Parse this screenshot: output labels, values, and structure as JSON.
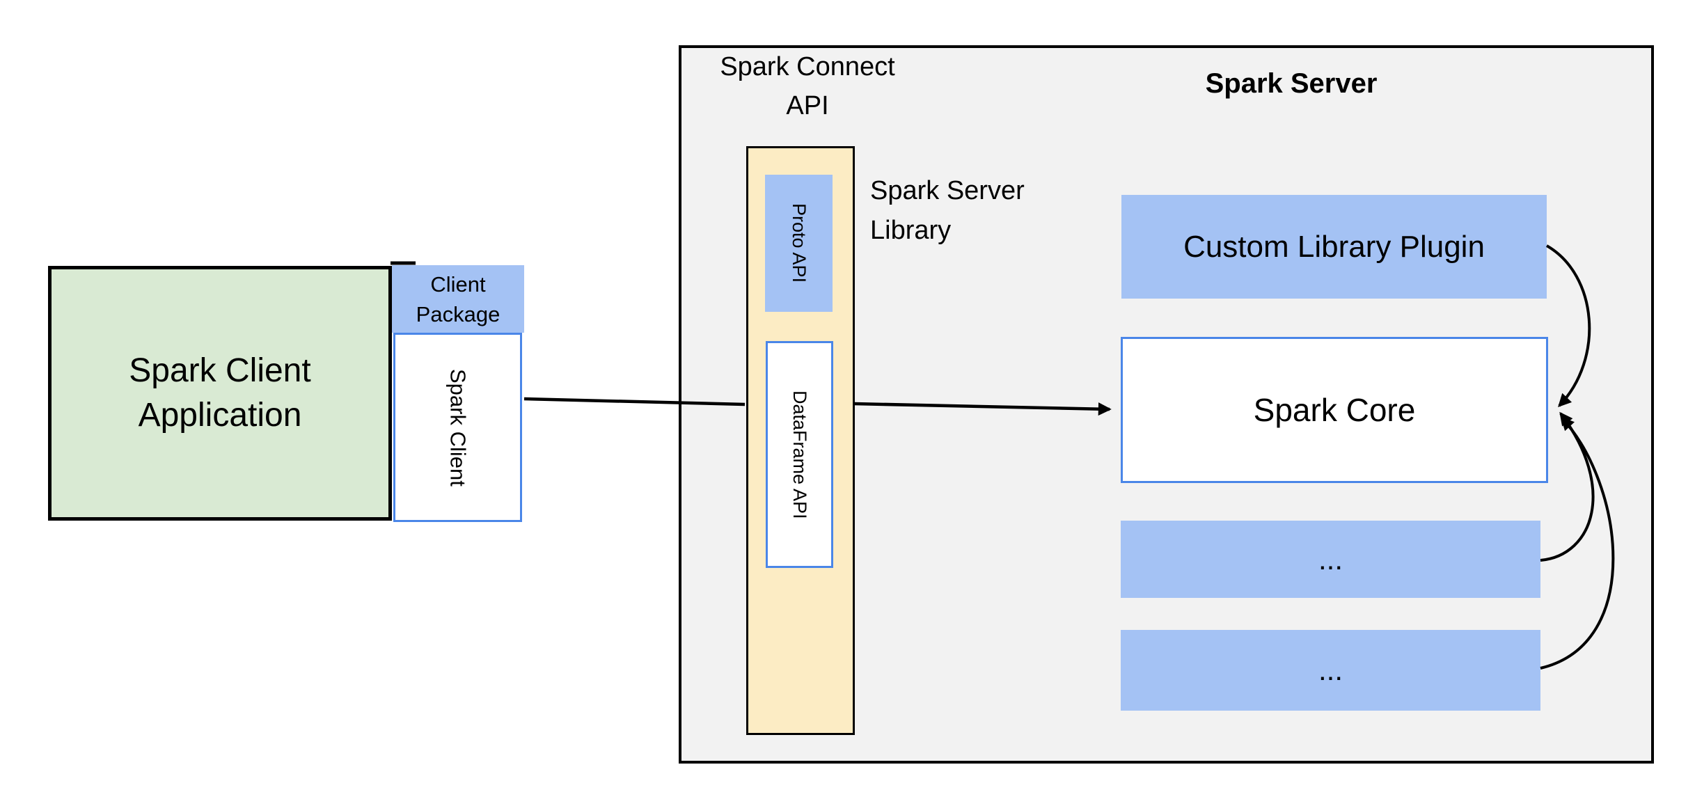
{
  "diagram": {
    "client_app": {
      "line1": "Spark Client",
      "line2": "Application"
    },
    "client_package": {
      "line1": "Client",
      "line2": "Package"
    },
    "client_box": {
      "label": "Spark Client"
    },
    "connect_api": {
      "line1": "Spark Connect",
      "line2": "API"
    },
    "proto_api": {
      "label": "Proto API"
    },
    "dataframe_api": {
      "label": "DataFrame API"
    },
    "server": {
      "title": "Spark Server"
    },
    "server_library": {
      "line1": "Spark Server",
      "line2": "Library"
    },
    "plugin": {
      "label": "Custom Library Plugin"
    },
    "core": {
      "label": "Spark Core"
    },
    "extension_1": {
      "label": "..."
    },
    "extension_2": {
      "label": "..."
    },
    "colors": {
      "green_fill": "#D9EAD3",
      "blue_fill": "#A4C2F4",
      "yellow_fill": "#FCECC4",
      "gray_fill": "#F2F2F2",
      "blue_border": "#4A86E8",
      "line_color": "#000000"
    }
  }
}
